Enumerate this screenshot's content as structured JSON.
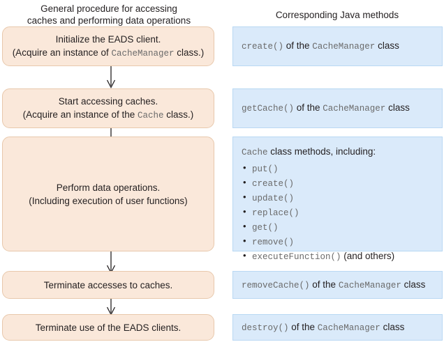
{
  "headers": {
    "left": "General procedure for accessing\ncaches and performing data operations",
    "right": "Corresponding Java methods"
  },
  "steps": [
    {
      "id": "initialize-eads-client",
      "line1": "Initialize the EADS client.",
      "line2_pre": "(Acquire an instance of ",
      "line2_code": "CacheManager",
      "line2_post": " class.)"
    },
    {
      "id": "start-accessing-caches",
      "line1": "Start accessing caches.",
      "line2_pre": "(Acquire an instance of the ",
      "line2_code": "Cache",
      "line2_post": " class.)"
    },
    {
      "id": "perform-data-operations",
      "line1": "Perform data operations.",
      "line2_pre": "(Including execution of user functions)",
      "line2_code": "",
      "line2_post": ""
    },
    {
      "id": "terminate-accesses-to-caches",
      "line1": "Terminate accesses to caches.",
      "line2_pre": "",
      "line2_code": "",
      "line2_post": ""
    },
    {
      "id": "terminate-use-of-eads-clients",
      "line1": "Terminate use of the EADS clients.",
      "line2_pre": "",
      "line2_code": "",
      "line2_post": ""
    }
  ],
  "methods": [
    {
      "id": "create-method",
      "code": "create()",
      "mid": " of the ",
      "code2": "CacheManager",
      "tail": " class"
    },
    {
      "id": "getcache-method",
      "code": "getCache()",
      "mid": " of the ",
      "code2": "CacheManager",
      "tail": " class"
    },
    {
      "id": "cache-class-methods",
      "code": "Cache",
      "mid": " class methods, including:",
      "code2": "",
      "tail": "",
      "bullets": [
        {
          "code": "put()",
          "note": ""
        },
        {
          "code": "create()",
          "note": ""
        },
        {
          "code": "update()",
          "note": ""
        },
        {
          "code": "replace()",
          "note": ""
        },
        {
          "code": "get()",
          "note": ""
        },
        {
          "code": "remove()",
          "note": ""
        },
        {
          "code": "executeFunction()",
          "note": " (and others)"
        }
      ]
    },
    {
      "id": "removecache-method",
      "code": "removeCache()",
      "mid": " of the ",
      "code2": "CacheManager",
      "tail": " class"
    },
    {
      "id": "destroy-method",
      "code": "destroy()",
      "mid": " of the ",
      "code2": "CacheManager",
      "tail": " class"
    }
  ],
  "colors": {
    "step_fill": "#fae8da",
    "step_border": "#e8c8ac",
    "method_fill": "#daeafa",
    "method_border": "#b9d8f3",
    "text": "#231f20",
    "code_text": "#6a6a6a"
  }
}
